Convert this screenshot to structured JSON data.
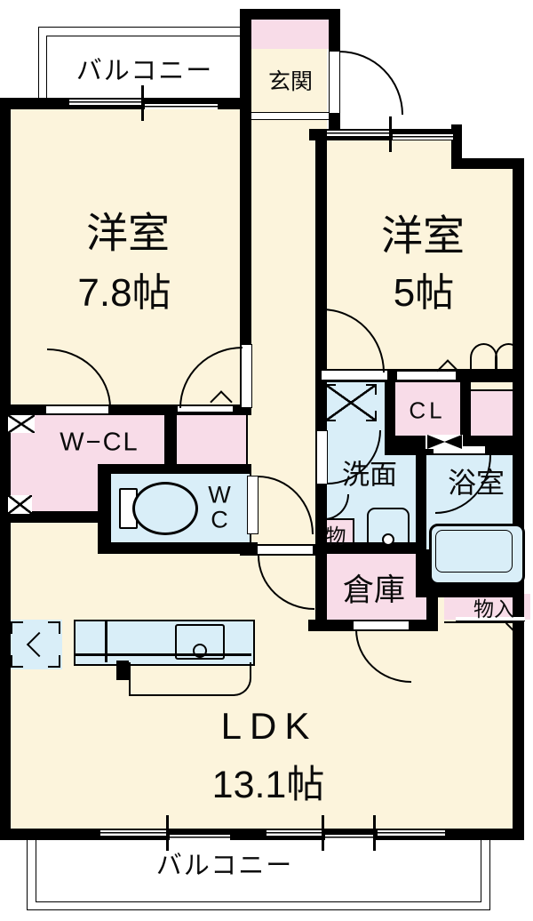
{
  "floorplan": {
    "type": "apartment-madori",
    "rooms": {
      "balcony_top": "バルコニー",
      "entrance": "玄関",
      "bedroom_left_name": "洋室",
      "bedroom_left_size": "7.8帖",
      "bedroom_right_name": "洋室",
      "bedroom_right_size": "5帖",
      "walk_in_closet": "W−CL",
      "wc_line1": "W",
      "wc_line2": "C",
      "washroom": "洗面",
      "closet": "CL",
      "bathroom": "浴室",
      "storage_small": "物",
      "storage_room": "倉庫",
      "storage_in": "物入",
      "ldk_name": "LDK",
      "ldk_size": "13.1帖",
      "balcony_bottom": "バルコニー"
    },
    "fixtures": [
      "toilet",
      "bathtub",
      "washbasin",
      "kitchen-sink",
      "washing-machine-space",
      "refrigerator-space"
    ],
    "colors": {
      "room_floor": "#FCF4DC",
      "closet_pink": "#F8DCE8",
      "wet_area_blue": "#D9EEF8",
      "wall": "#000000",
      "balcony": "#FFFFFF"
    }
  }
}
